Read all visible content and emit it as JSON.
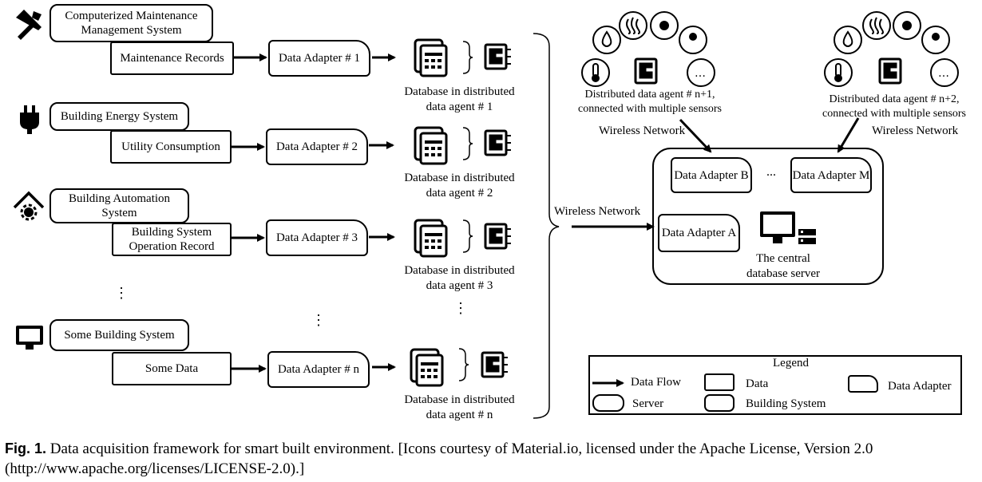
{
  "systems": [
    {
      "system": "Computerized Maintenance Management System",
      "data": "Maintenance Records",
      "adapter": "Data Adapter # 1",
      "db_label": "Database in distributed data agent # 1",
      "icon": "tools-icon"
    },
    {
      "system": "Building Energy System",
      "data": "Utility Consumption",
      "adapter": "Data Adapter # 2",
      "db_label": "Database in distributed data agent # 2",
      "icon": "plug-icon"
    },
    {
      "system": "Building Automation System",
      "data": "Building System Operation Record",
      "adapter": "Data Adapter # 3",
      "db_label": "Database in distributed data agent # 3",
      "icon": "home-gear-icon"
    },
    {
      "system": "Some Building System",
      "data": "Some Data",
      "adapter": "Data Adapter # n",
      "db_label": "Database in distributed data agent # n",
      "icon": "monitor-icon"
    }
  ],
  "ellipsis_vertical": "⋮",
  "ellipsis": "...",
  "wireless_network": "Wireless Network",
  "sensor_agents": [
    {
      "label": "Distributed data agent # n+1, connected with multiple sensors",
      "network": "Wireless Network"
    },
    {
      "label": "Distributed data agent # n+2, connected with multiple sensors",
      "network": "Wireless Network"
    }
  ],
  "server": {
    "adapter_b": "Data Adapter B",
    "adapter_m": "Data Adapter M",
    "adapter_a": "Data Adapter A",
    "label": "The central database server"
  },
  "legend": {
    "title": "Legend",
    "data_flow": "Data Flow",
    "data": "Data",
    "data_adapter": "Data Adapter",
    "server": "Server",
    "building_system": "Building System"
  },
  "caption": {
    "fig": "Fig. 1.",
    "text": "Data acquisition framework for smart built environment. [Icons courtesy of Material.io, licensed under the Apache License, Version 2.0 (http://www.apache.org/licenses/LICENSE-2.0).]"
  }
}
